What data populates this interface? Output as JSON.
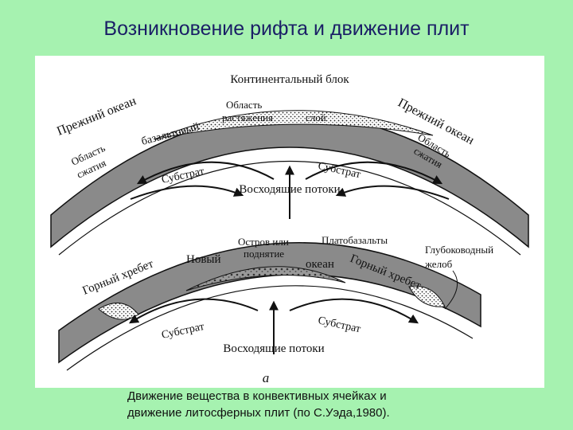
{
  "slide": {
    "title": "Возникновение рифта и движение плит",
    "caption_line1": "Движение вещества в конвективных ячейках и",
    "caption_line2": "движение литосферных плит (по С.Уэда,1980)."
  },
  "diagram_top": {
    "continental_block": "Континентальный блок",
    "old_ocean_left": "Прежний океан",
    "old_ocean_right": "Прежний океан",
    "basalt_layer": "базальтовый",
    "layer": "слой",
    "extension_1": "Область",
    "extension_2": "растяжения",
    "compression_left_1": "Область",
    "compression_left_2": "сжатия",
    "compression_right_1": "Область",
    "compression_right_2": "сжатия",
    "substrate_left": "Субстрат",
    "substrate_right": "Субстрат",
    "upwelling": "Восходящие потоки"
  },
  "diagram_bottom": {
    "island_1": "Остров или",
    "island_2": "поднятие",
    "plateau_basalts": "Платобазальты",
    "deep_trench_1": "Глубоководный",
    "deep_trench_2": "желоб",
    "new_ocean_1": "Новый",
    "new_ocean_2": "океан",
    "mountain_left": "Горный хребет",
    "mountain_right": "Горный хребет",
    "substrate_left": "Субстрат",
    "substrate_right": "Субстрат",
    "upwelling": "Восходящие потоки",
    "figure_letter": "а"
  },
  "colors": {
    "background": "#a6f2b0",
    "title": "#1a1f66",
    "ink": "#111111",
    "crust_fill": "#8a8a8a",
    "figure_bg": "#ffffff"
  }
}
